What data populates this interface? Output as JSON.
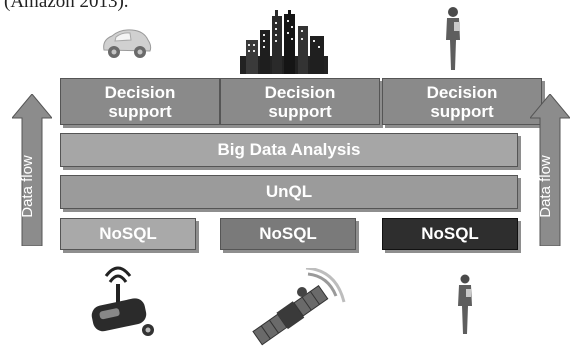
{
  "caption_fragment": "(Amazon 2013).",
  "arrows": {
    "left_label": "Data flow",
    "right_label": "Data flow"
  },
  "decision_support": [
    {
      "label": "Decision\nsupport"
    },
    {
      "label": "Decision\nsupport"
    },
    {
      "label": "Decision\nsupport"
    }
  ],
  "layers": {
    "big_data": "Big Data Analysis",
    "unql": "UnQL"
  },
  "nosql": [
    {
      "label": "NoSQL"
    },
    {
      "label": "NoSQL"
    },
    {
      "label": "NoSQL"
    }
  ],
  "icons": {
    "top": [
      "car-icon",
      "city-skyline-icon",
      "person-icon"
    ],
    "bottom": [
      "sensor-device-icon",
      "satellite-icon",
      "person-icon"
    ]
  },
  "colors": {
    "decision_box": "#8a8a8a",
    "analysis_bar": "#a6a6a6",
    "unql_bar": "#9b9b9b",
    "nosql_light": "#a9a9a9",
    "nosql_mid": "#7a7a7a",
    "nosql_dark": "#2e2e2e",
    "arrow": "#8c8c8c"
  }
}
